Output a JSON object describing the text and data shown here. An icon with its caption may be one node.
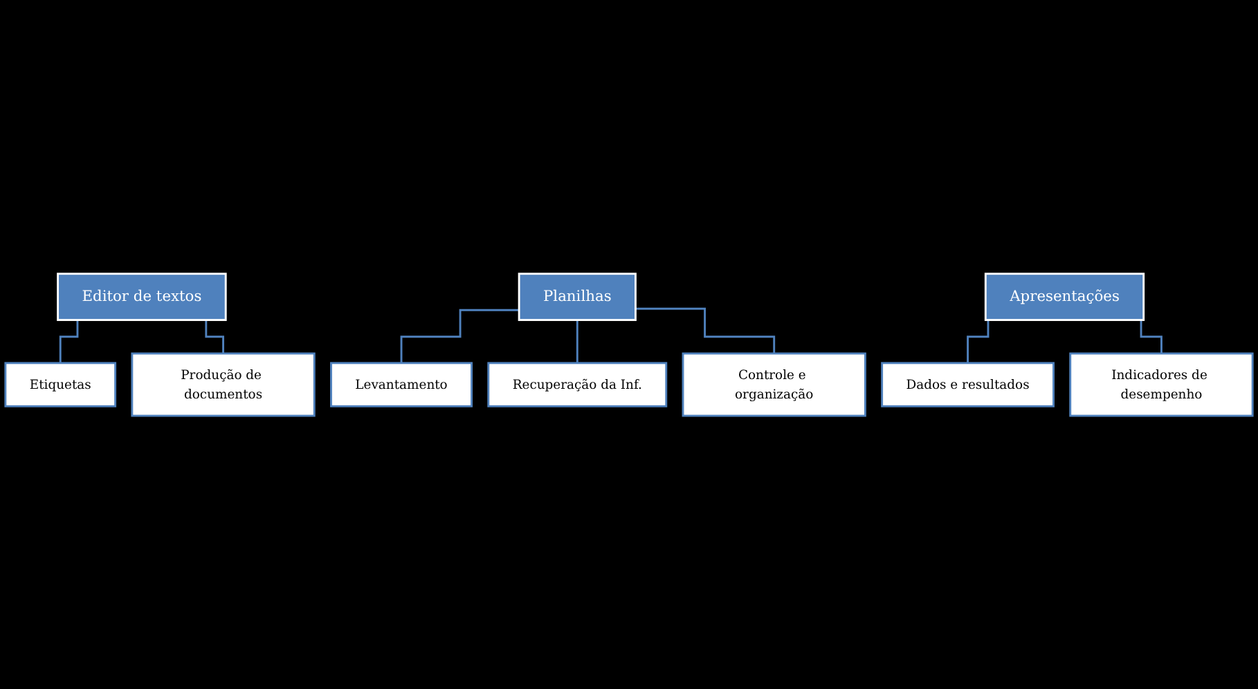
{
  "diagram": {
    "nodes": [
      {
        "text": [
          "Editor de textos"
        ]
      },
      {
        "text": [
          "Etiquetas"
        ]
      },
      {
        "text": [
          "Produção de documentos"
        ]
      },
      {
        "text": [
          "Planilhas"
        ]
      },
      {
        "text": [
          "Levantamento"
        ]
      },
      {
        "text": [
          "Recuperação da Inf."
        ]
      },
      {
        "text": [
          "Controle e organização"
        ]
      },
      {
        "text": [
          "Apresentações"
        ]
      },
      {
        "text": [
          "Dados e resultados"
        ]
      },
      {
        "text": [
          "Indicadores de desempenho"
        ]
      }
    ],
    "edges": [
      {
        "from": 0,
        "to": 1,
        "arrow": "none"
      },
      {
        "from": 0,
        "to": 2,
        "arrow": "none"
      },
      {
        "from": 3,
        "to": 4,
        "arrow": "none"
      },
      {
        "from": 3,
        "to": 5,
        "arrow": "none"
      },
      {
        "from": 3,
        "to": 6,
        "arrow": "none"
      },
      {
        "from": 7,
        "to": 8,
        "arrow": "none"
      },
      {
        "from": 7,
        "to": 9,
        "arrow": "none"
      }
    ]
  }
}
